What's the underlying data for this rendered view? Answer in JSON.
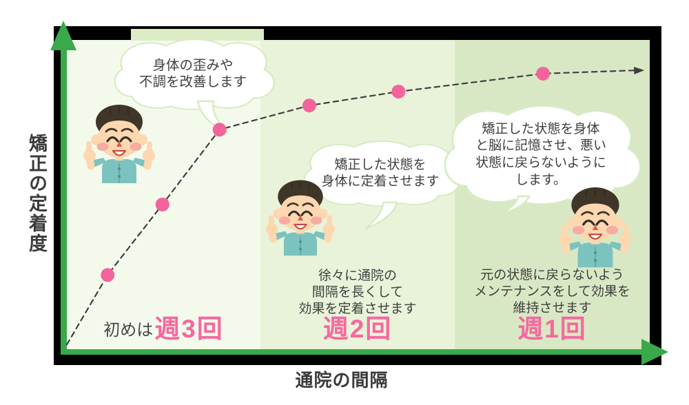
{
  "figure": {
    "kind": "visit-interval-infographic",
    "x_axis_label": "通院の間隔",
    "y_axis_label": "矯正の定着度"
  },
  "zones": [
    {
      "label_prefix": "初めは",
      "label": "週3回",
      "bubble": "身体の歪みや\n不調を改善します",
      "desc": ""
    },
    {
      "label_prefix": "",
      "label": "週2回",
      "bubble": "矯正した状態を\n身体に定着させます",
      "desc": "徐々に通院の\n間隔を長くして\n効果を定着させます"
    },
    {
      "label_prefix": "",
      "label": "週1回",
      "bubble": "矯正した状態を身体\nと脳に記憶させ、悪い\n状態に戻らないように\nします。",
      "desc": "元の状態に戻らないよう\nメンテナンスをして効果を\n維持させます"
    }
  ],
  "chart_data": {
    "type": "line",
    "style": "dashed-with-dots-and-arrow",
    "title": "",
    "xlabel": "通院の間隔",
    "ylabel": "矯正の定着度",
    "xlim_pct": [
      0,
      100
    ],
    "ylim_pct": [
      0,
      100
    ],
    "zone_boundaries_pct": [
      33.2,
      66.5
    ],
    "grid": false,
    "legend": [],
    "points": [
      {
        "x": 0,
        "y": 1.5,
        "dot": false
      },
      {
        "x": 7,
        "y": 24,
        "dot": true
      },
      {
        "x": 16.4,
        "y": 46.8,
        "dot": true
      },
      {
        "x": 26.2,
        "y": 71,
        "dot": true
      },
      {
        "x": 41.6,
        "y": 78.8,
        "dot": true
      },
      {
        "x": 56.9,
        "y": 83.3,
        "dot": true
      },
      {
        "x": 81.7,
        "y": 89.1,
        "dot": true
      },
      {
        "x": 97.9,
        "y": 90.2,
        "dot": false
      }
    ]
  },
  "colors": {
    "zone1_bg": "#f4faeb",
    "zone2_bg": "#e9f3d9",
    "zone3_bg": "#d9e8c4",
    "tab_bg": "#dcecc6",
    "axis_green": "#39a94b",
    "dot_pink": "#f4639c",
    "label_pink": "#f7679f",
    "dash_gray": "#3f3f3f",
    "text_dark": "#3f3f3f",
    "frame_black": "#000000",
    "bubble_stroke": "#d7ebc3",
    "shirt_teal": "#7cc2bf",
    "skin": "#fcd7b0",
    "hair": "#3f3629"
  }
}
